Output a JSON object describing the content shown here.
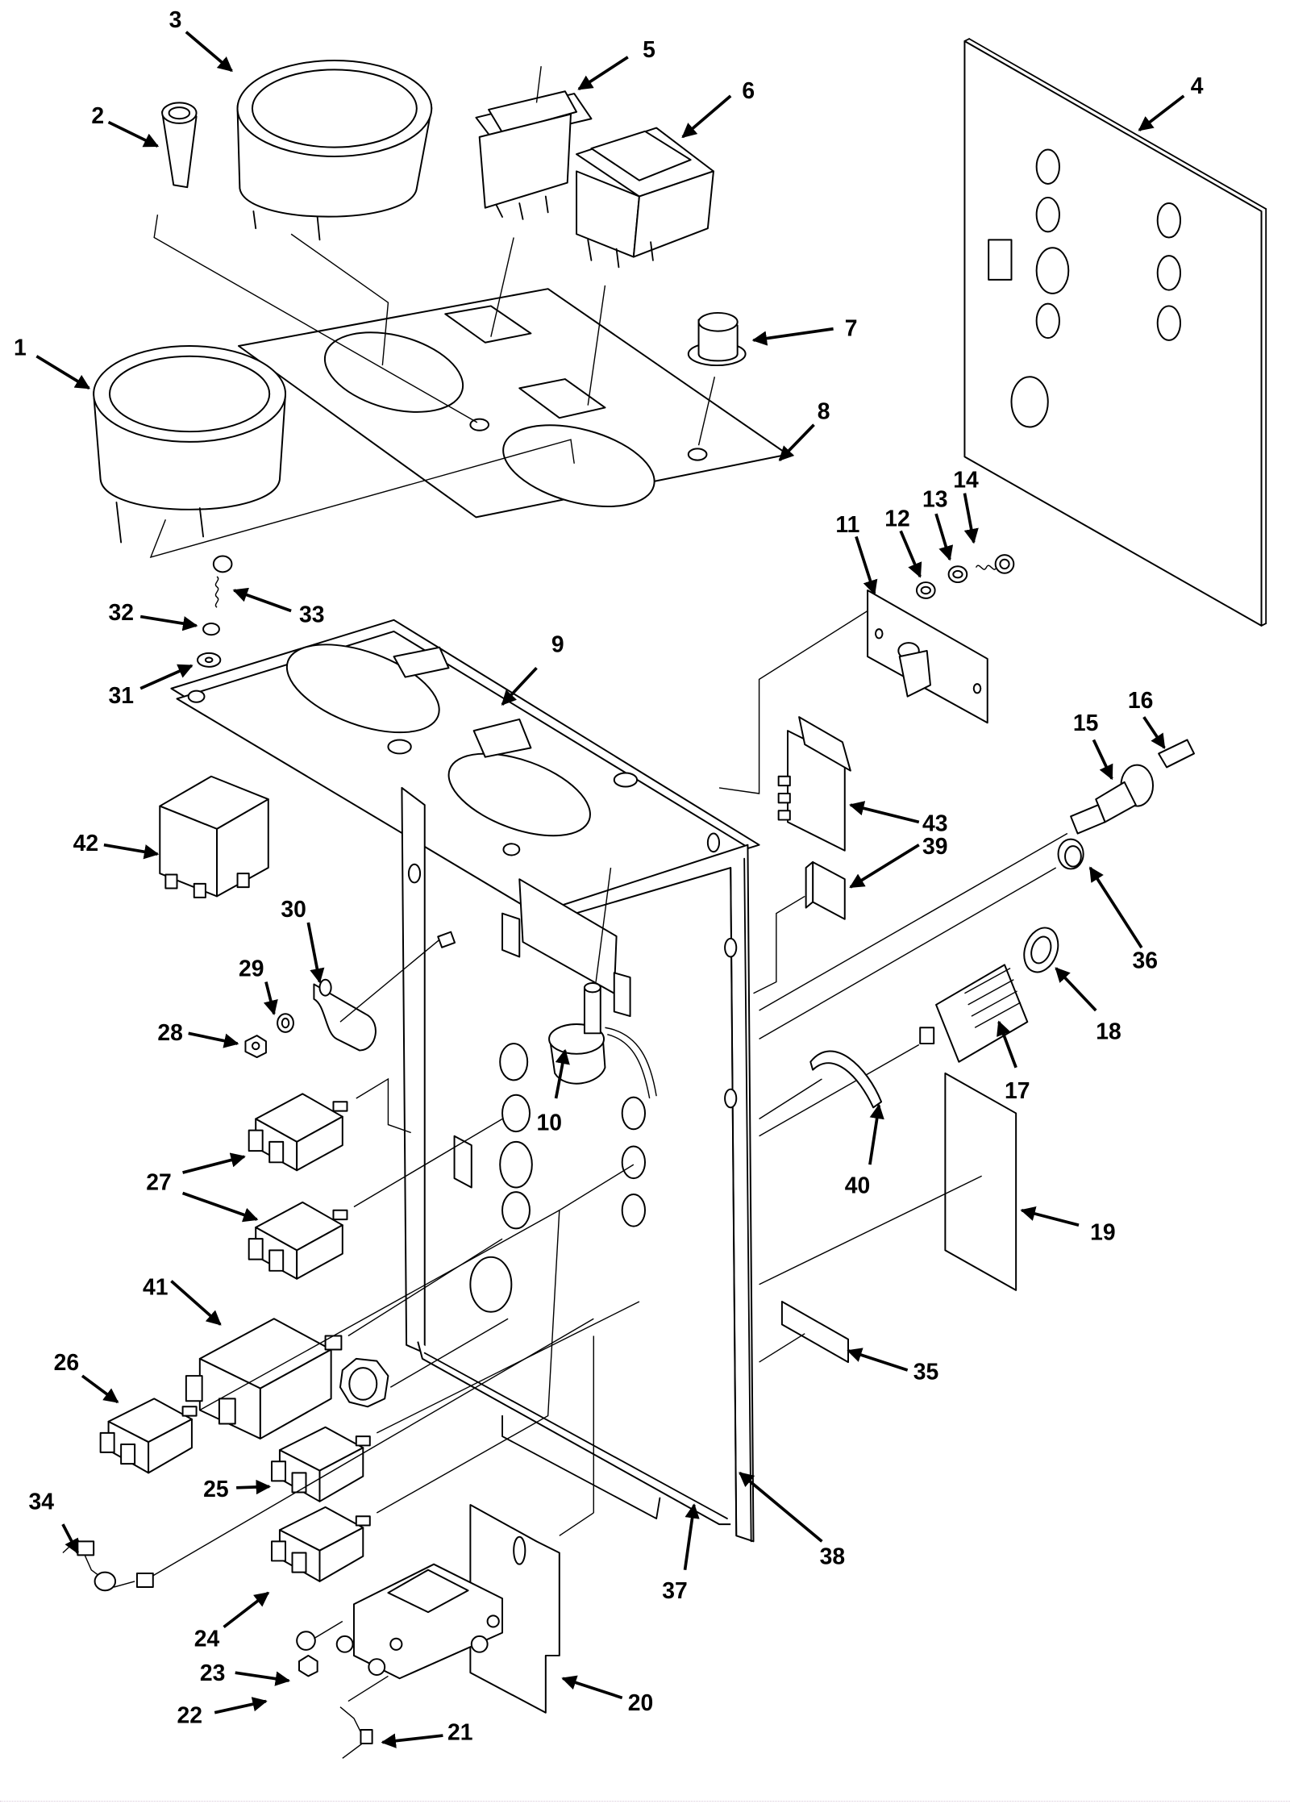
{
  "figure": {
    "type": "exploded-parts-diagram",
    "subject": "control panel assembly",
    "callouts": {
      "c1": "1",
      "c2": "2",
      "c3": "3",
      "c4": "4",
      "c5": "5",
      "c6": "6",
      "c7": "7",
      "c8": "8",
      "c9": "9",
      "c10": "10",
      "c11": "11",
      "c12": "12",
      "c13": "13",
      "c14": "14",
      "c15": "15",
      "c16": "16",
      "c17": "17",
      "c18": "18",
      "c19": "19",
      "c20": "20",
      "c21": "21",
      "c22": "22",
      "c23": "23",
      "c24": "24",
      "c25": "25",
      "c26": "26",
      "c27": "27",
      "c28": "28",
      "c29": "29",
      "c30": "30",
      "c31": "31",
      "c32": "32",
      "c33": "33",
      "c34": "34",
      "c35": "35",
      "c36": "36",
      "c37": "37",
      "c38": "38",
      "c39": "39",
      "c40": "40",
      "c41": "41",
      "c42": "42",
      "c43": "43"
    },
    "colors": {
      "ink": "#000000",
      "paper": "#ffffff"
    }
  }
}
